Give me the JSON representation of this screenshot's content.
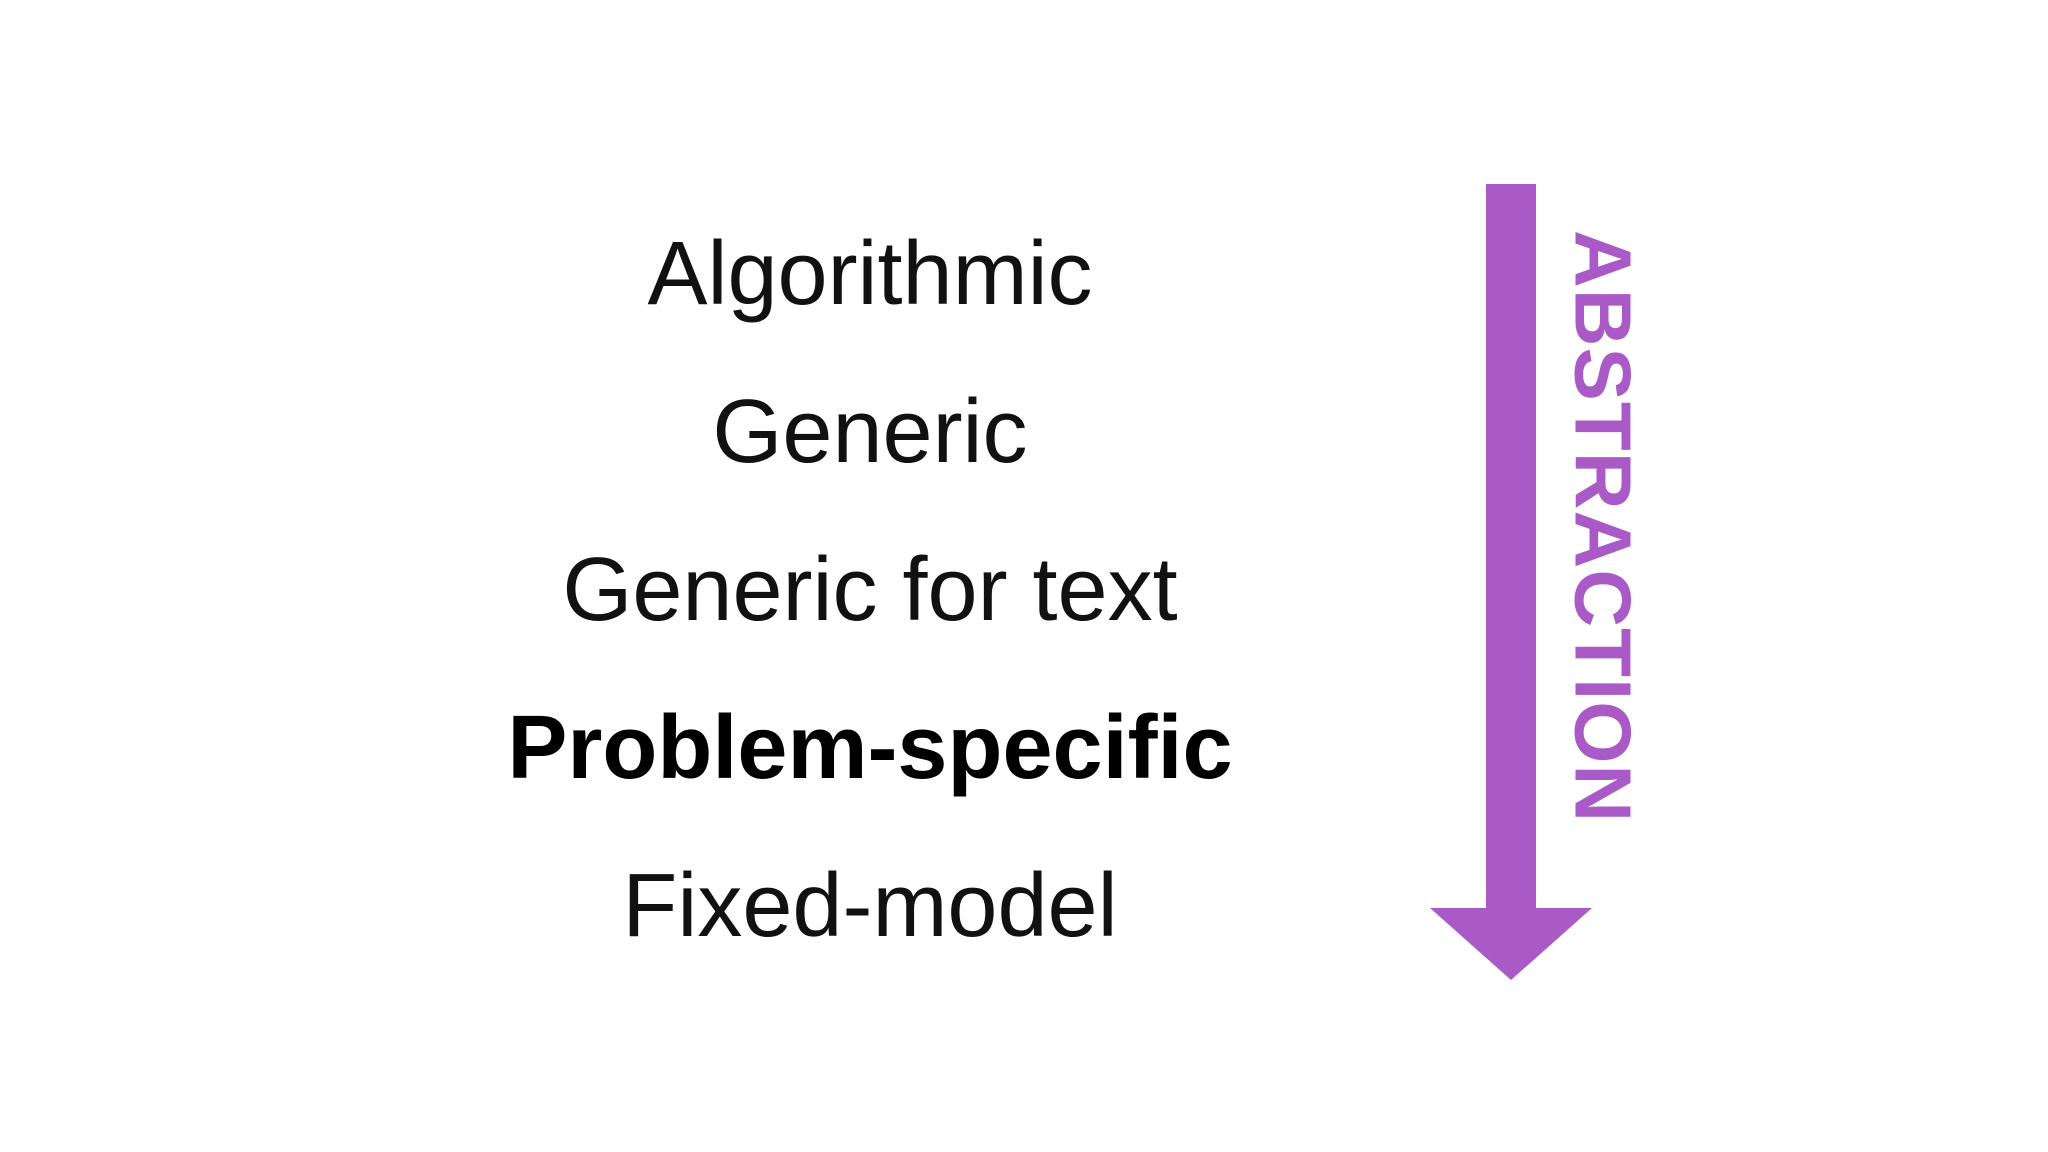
{
  "levels": [
    {
      "label": "Algorithmic",
      "emphasis": false
    },
    {
      "label": "Generic",
      "emphasis": false
    },
    {
      "label": "Generic for text",
      "emphasis": false
    },
    {
      "label": "Problem-specific",
      "emphasis": true
    },
    {
      "label": "Fixed-model",
      "emphasis": false
    }
  ],
  "arrow": {
    "label": "ABSTRACTION",
    "direction": "down",
    "color": "#a95ac7"
  },
  "colors": {
    "background": "#ffffff",
    "text": "#111111",
    "accent": "#a95ac7"
  }
}
